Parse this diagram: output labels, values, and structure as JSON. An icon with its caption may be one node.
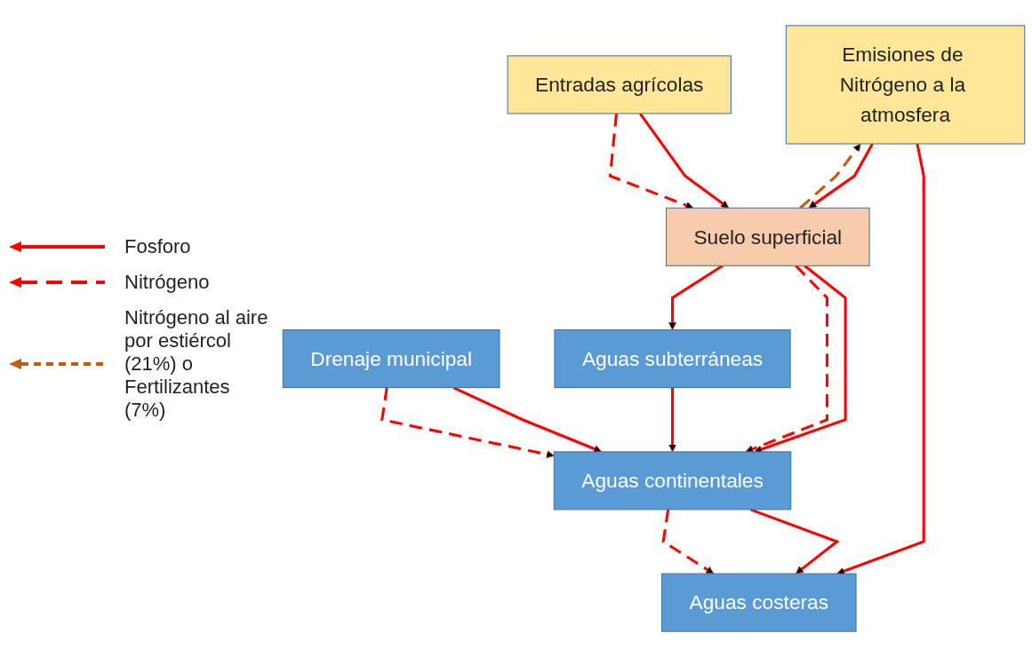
{
  "diagram": {
    "nodes": [
      {
        "text": [
          "Emisiones de Nitrógeno a la atmosfera"
        ]
      },
      {
        "text": [
          "Entradas agrícolas"
        ]
      },
      {
        "text": [
          "Aguas costeras"
        ]
      },
      {
        "text": [
          "Aguas continentales"
        ]
      },
      {
        "text": [
          "Suelo superficial"
        ]
      },
      {
        "text": [
          "Drenaje municipal"
        ]
      },
      {
        "text": [
          "Aguas subterráneas"
        ]
      }
    ],
    "edges": [
      {
        "from": 0,
        "to": 2,
        "arrow": "to"
      },
      {
        "from": 0,
        "to": 4,
        "arrow": "to"
      },
      {
        "from": 4,
        "to": 0,
        "arrow": "to",
        "style": "dashed",
        "color": "#c55a11"
      },
      {
        "from": 1,
        "to": 4,
        "arrow": "to"
      },
      {
        "from": 1,
        "to": 4,
        "arrow": "to",
        "style": "dashed"
      },
      {
        "from": 3,
        "to": 2,
        "arrow": "to"
      },
      {
        "from": 3,
        "to": 2,
        "arrow": "to",
        "style": "dashed"
      },
      {
        "from": 4,
        "to": 3,
        "arrow": "to"
      },
      {
        "from": 4,
        "to": 3,
        "arrow": "to",
        "style": "dashed"
      },
      {
        "from": 4,
        "to": 6,
        "arrow": "to"
      },
      {
        "from": 5,
        "to": 3,
        "arrow": "to"
      },
      {
        "from": 5,
        "to": 3,
        "arrow": "to",
        "style": "dashed"
      },
      {
        "from": 6,
        "to": 3,
        "arrow": "to"
      }
    ],
    "legend": [
      {
        "text": "Fosforo"
      },
      {
        "text": "Nitrógeno"
      },
      {
        "text": "Nitrógeno al aire por estiércol (21%) o Fertilizantes (7%)"
      }
    ]
  }
}
